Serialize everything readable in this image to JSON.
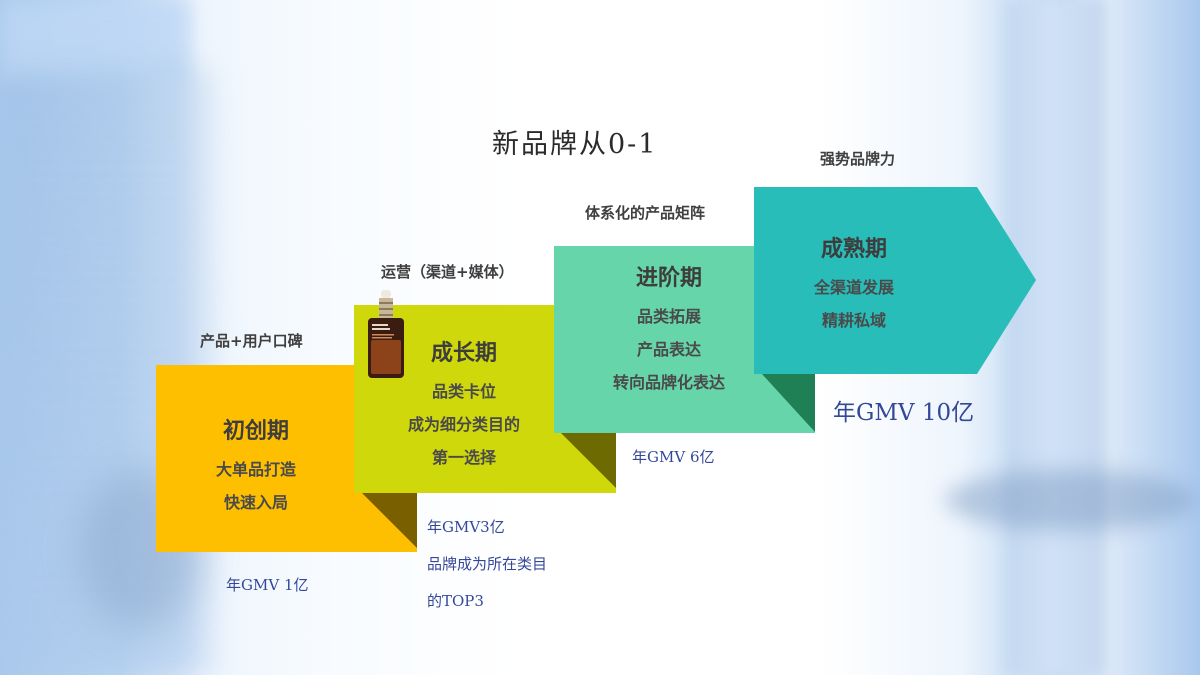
{
  "title": "新品牌从0-1",
  "colors": {
    "stage1": "#fdbf00",
    "stage1_fold": "#7a5f00",
    "stage2": "#cfd80a",
    "stage2_fold": "#6c6a00",
    "stage3": "#66d6aa",
    "stage3_fold": "#1f8055",
    "stage4": "#28bdb8",
    "gmv_text": "#34489a"
  },
  "stages": [
    {
      "top_label": "产品+用户口碑",
      "name": "初创期",
      "lines": [
        "大单品打造",
        "快速入局"
      ],
      "gmv": "年GMV   1亿"
    },
    {
      "top_label": "运营（渠道+媒体）",
      "name": "成长期",
      "lines": [
        "品类卡位",
        "成为细分类目的",
        "第一选择"
      ],
      "gmv": "年GMV3亿",
      "gmv_notes": [
        "品牌成为所在类目",
        "的TOP3"
      ],
      "image": "serum-bottle-icon"
    },
    {
      "top_label": "体系化的产品矩阵",
      "name": "进阶期",
      "lines": [
        "品类拓展",
        "产品表达",
        "转向品牌化表达"
      ],
      "gmv": "年GMV 6亿"
    },
    {
      "top_label": "强势品牌力",
      "name": "成熟期",
      "lines": [
        "全渠道发展",
        "精耕私域"
      ],
      "gmv": "年GMV 10亿"
    }
  ]
}
